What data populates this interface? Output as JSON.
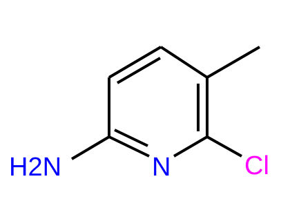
{
  "atoms": {
    "amine": {
      "label": "H2N",
      "color": "#0000ff"
    },
    "ring_nitrogen": {
      "label": "N",
      "color": "#0000ff"
    },
    "chlorine": {
      "label": "Cl",
      "color": "#ff00ff"
    }
  },
  "bond_color": "#000000"
}
